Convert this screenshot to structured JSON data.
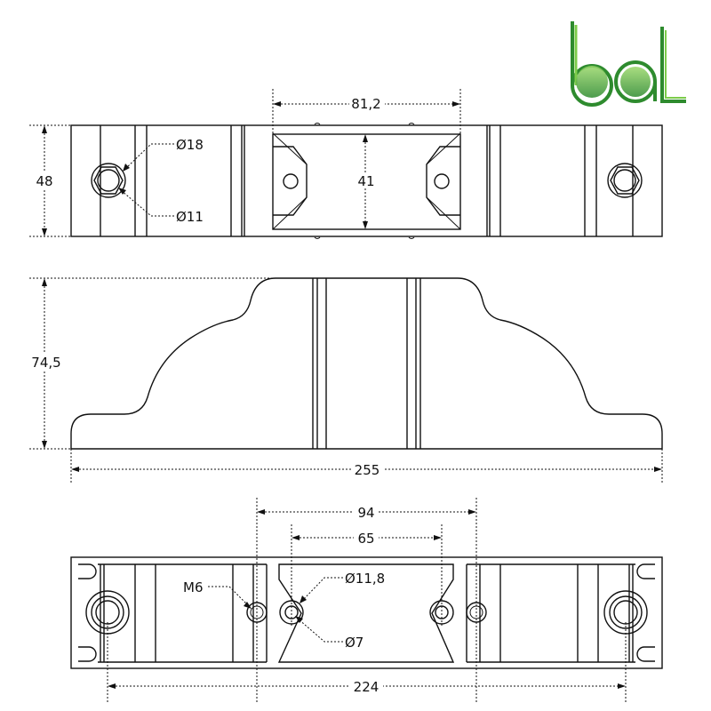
{
  "logo": {
    "text": "bal",
    "color_dark": "#2e8b2e",
    "color_light": "#7ccc4a"
  },
  "top_view": {
    "width_label": "81,2",
    "height_label": "48",
    "inner_height_label": "41",
    "hole_outer_label": "Ø18",
    "hole_inner_label": "Ø11"
  },
  "side_view": {
    "height_label": "74,5",
    "length_label": "255"
  },
  "bottom_view": {
    "outer_spacing_label": "94",
    "inner_spacing_label": "65",
    "thread_label": "M6",
    "hole_outer_label": "Ø11,8",
    "hole_inner_label": "Ø7",
    "mount_spacing_label": "224"
  }
}
